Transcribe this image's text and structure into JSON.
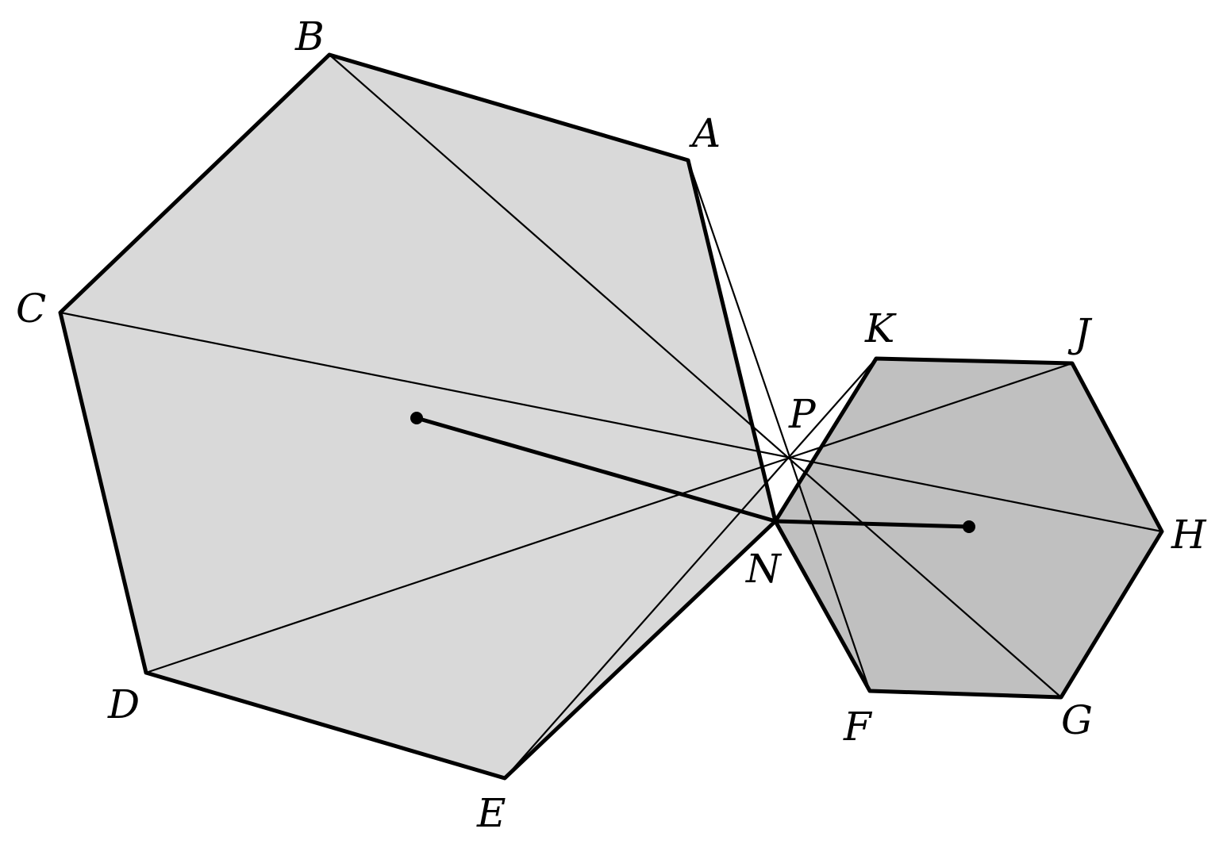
{
  "colors": {
    "heptagon_fill": "#d9d9d9",
    "hexagon_fill": "#c0c0c0",
    "stroke": "#000000"
  },
  "labels": {
    "A": "A",
    "B": "B",
    "C": "C",
    "D": "D",
    "E": "E",
    "F": "F",
    "G": "G",
    "H": "H",
    "J": "J",
    "K": "K",
    "N": "N",
    "P": "P"
  }
}
